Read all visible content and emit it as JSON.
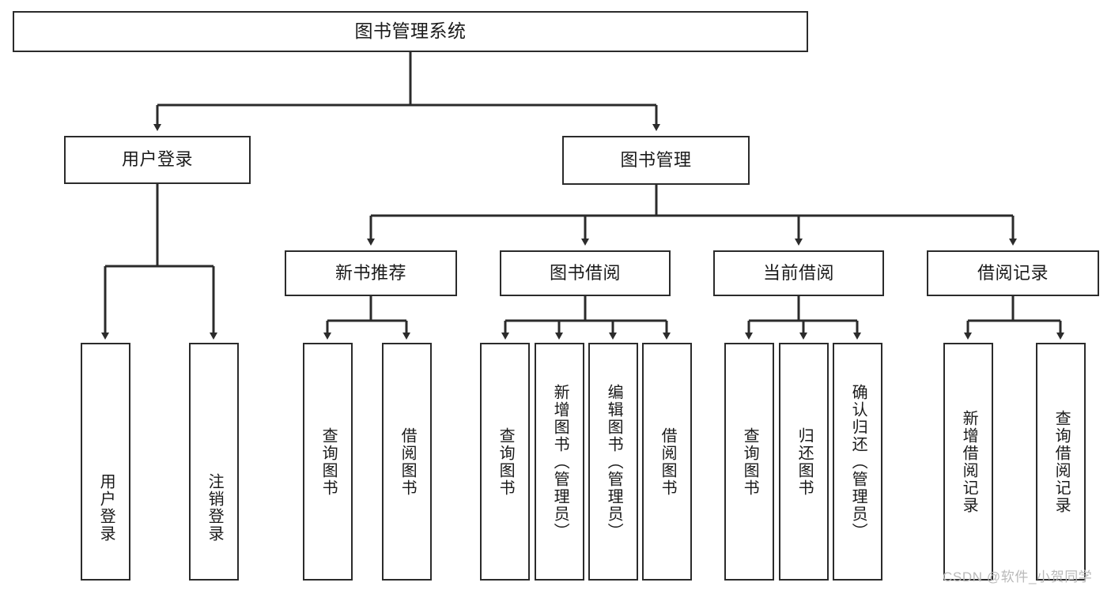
{
  "diagram": {
    "type": "tree-hierarchy-chart",
    "title": "图书管理系统",
    "background_color": "#ffffff",
    "stroke_color": "#2b2b2b",
    "text_color": "#1a1a1a",
    "watermark": "CSDN @软件_小贺同学",
    "levels": {
      "root": "图书管理系统",
      "level1": [
        "用户登录",
        "图书管理"
      ],
      "level2": [
        "新书推荐",
        "图书借阅",
        "当前借阅",
        "借阅记录"
      ]
    },
    "nodes": {
      "root": {
        "label": "图书管理系统"
      },
      "user_login": {
        "label": "用户登录"
      },
      "book_manage": {
        "label": "图书管理"
      },
      "new_book_rec": {
        "label": "新书推荐"
      },
      "book_borrow": {
        "label": "图书借阅"
      },
      "current_borrow": {
        "label": "当前借阅"
      },
      "borrow_record": {
        "label": "借阅记录"
      },
      "leaf_user_login": {
        "label": "用户登录"
      },
      "leaf_logout": {
        "label": "注销登录"
      },
      "leaf_query_book_1": {
        "label": "查询图书"
      },
      "leaf_borrow_book_1": {
        "label": "借阅图书"
      },
      "leaf_query_book_2": {
        "label": "查询图书"
      },
      "leaf_add_book": {
        "label": "新增图书（管理员）"
      },
      "leaf_edit_book": {
        "label": "编辑图书（管理员）"
      },
      "leaf_borrow_book_2": {
        "label": "借阅图书"
      },
      "leaf_query_book_3": {
        "label": "查询图书"
      },
      "leaf_return_book": {
        "label": "归还图书"
      },
      "leaf_confirm_return": {
        "label": "确认归还（管理员）"
      },
      "leaf_add_record": {
        "label": "新增借阅记录"
      },
      "leaf_query_record": {
        "label": "查询借阅记录"
      }
    }
  }
}
